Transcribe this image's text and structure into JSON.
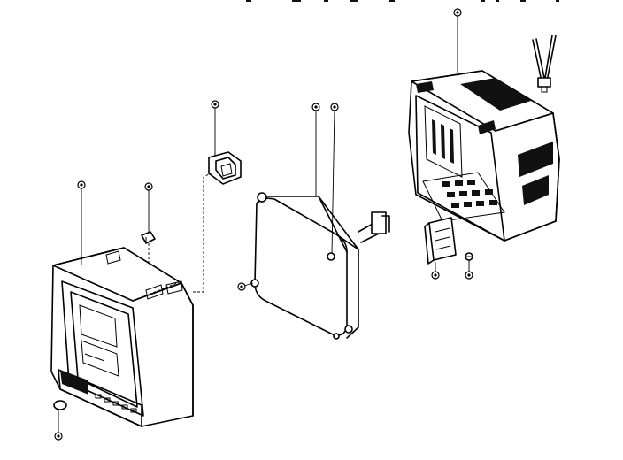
{
  "diagram": {
    "colors": {
      "line": "#000000",
      "background": "#ffffff"
    },
    "parts": [
      {
        "id": "front-cabinet",
        "callout": ""
      },
      {
        "id": "control-button",
        "callout": ""
      },
      {
        "id": "power-knob",
        "callout": ""
      },
      {
        "id": "speaker-bracket",
        "callout": ""
      },
      {
        "id": "picture-tube",
        "callout": ""
      },
      {
        "id": "tube-degauss",
        "callout": ""
      },
      {
        "id": "tube-screw",
        "callout": ""
      },
      {
        "id": "tube-screw-bottom",
        "callout": ""
      },
      {
        "id": "back-cabinet",
        "callout": ""
      },
      {
        "id": "antenna",
        "callout": ""
      },
      {
        "id": "rear-bracket",
        "callout": ""
      },
      {
        "id": "rear-screw",
        "callout": ""
      }
    ]
  }
}
